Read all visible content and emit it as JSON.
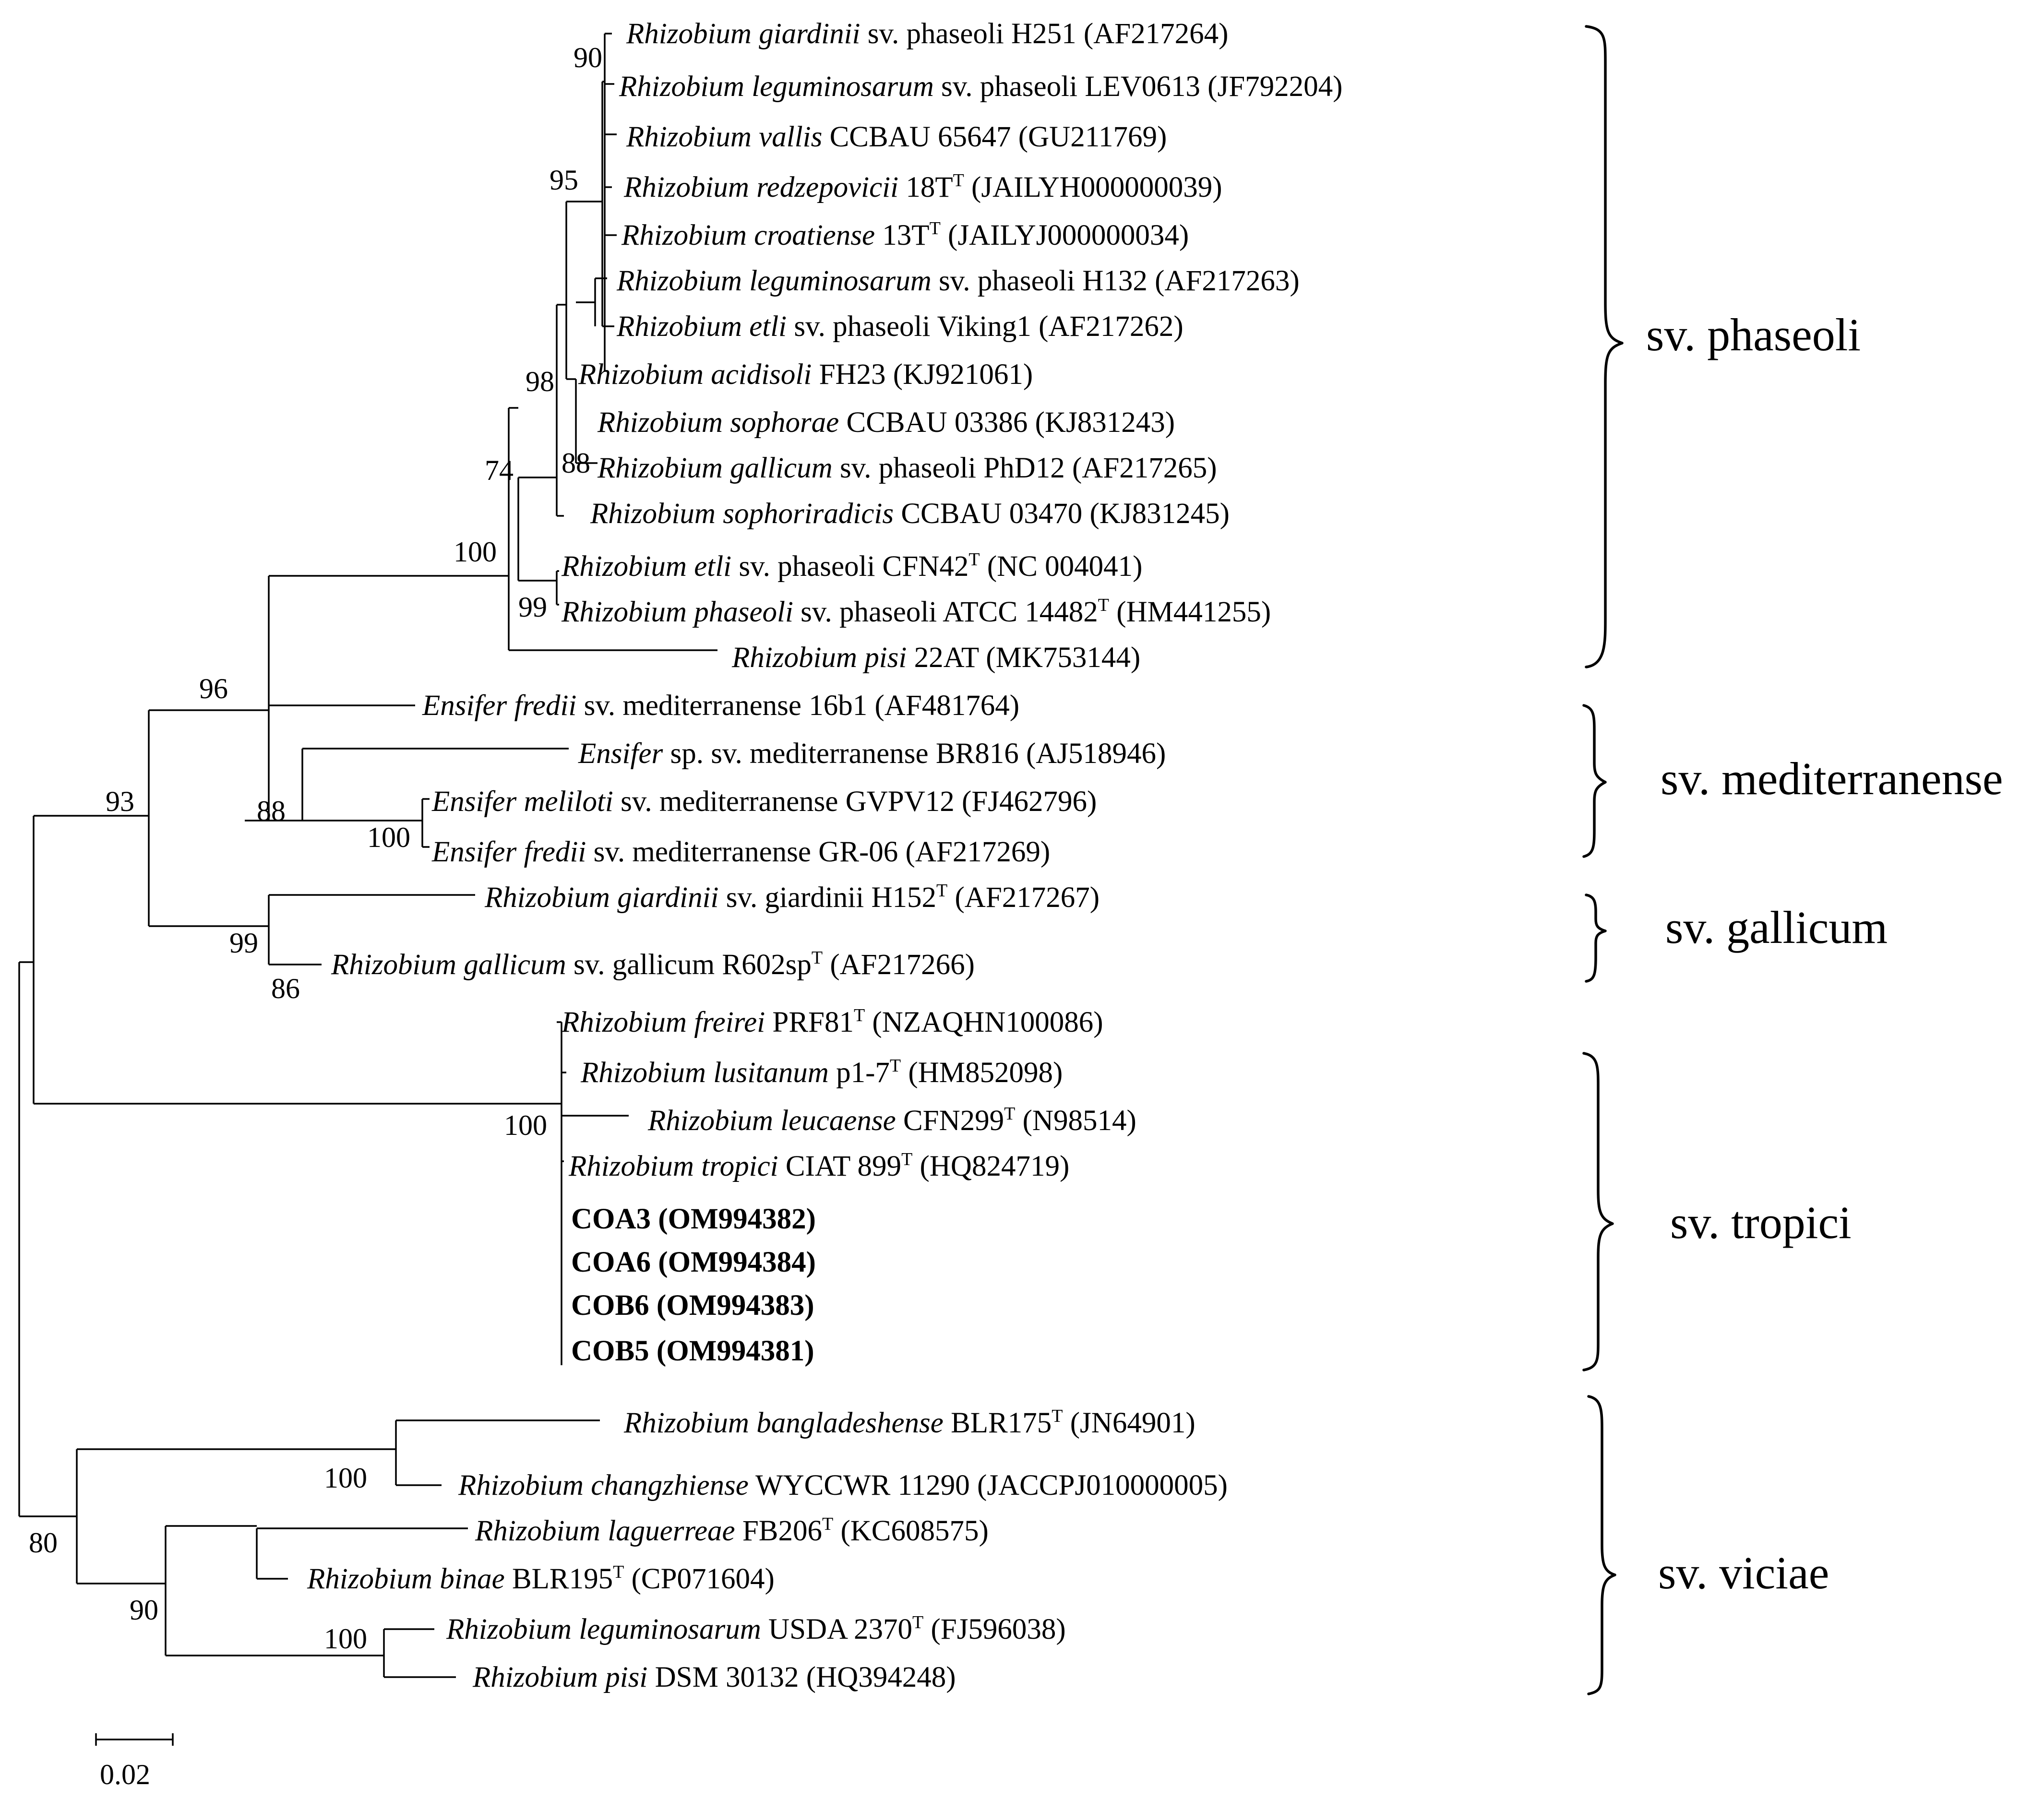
{
  "leaves": [
    {
      "genus": "Rhizobium",
      "species": "giardinii",
      "rest": " sv. phaseoli H251 (AF217264)"
    },
    {
      "genus": "Rhizobium",
      "species": "leguminosarum",
      "rest": " sv. phaseoli LEV0613 (JF792204)"
    },
    {
      "genus": "Rhizobium",
      "species": "vallis",
      "rest": " CCBAU 65647 (GU211769)"
    },
    {
      "genus": "Rhizobium",
      "species": "redzepovicii",
      "rest": " 18T",
      "sup": "T",
      "rest2": " (JAILYH000000039)"
    },
    {
      "genus": "Rhizobium",
      "species": "croatiense",
      "rest": " 13T",
      "sup": "T",
      "rest2": " (JAILYJ000000034)"
    },
    {
      "genus": "Rhizobium",
      "species": "leguminosarum",
      "rest": " sv. phaseoli H132 (AF217263)"
    },
    {
      "genus": "Rhizobium",
      "species": "etli",
      "rest": " sv. phaseoli Viking1 (AF217262)"
    },
    {
      "genus": "Rhizobium",
      "species": "acidisoli",
      "rest": " FH23 (KJ921061)"
    },
    {
      "genus": "Rhizobium",
      "species": "sophorae",
      "rest": " CCBAU 03386 (KJ831243)"
    },
    {
      "genus": "Rhizobium",
      "species": "gallicum",
      "rest": " sv. phaseoli PhD12 (AF217265)"
    },
    {
      "genus": "Rhizobium",
      "species": "sophoriradicis",
      "rest": " CCBAU 03470 (KJ831245)"
    },
    {
      "genus": "Rhizobium",
      "species": "etli",
      "rest": " sv. phaseoli CFN42",
      "sup": "T",
      "rest2": " (NC 004041)"
    },
    {
      "genus": "Rhizobium",
      "species": "phaseoli",
      "rest": " sv. phaseoli ATCC 14482",
      "sup": "T",
      "rest2": " (HM441255)"
    },
    {
      "genus": "Rhizobium",
      "species": "pisi",
      "rest": " 22AT (MK753144)"
    },
    {
      "genus": "Ensifer",
      "species": "fredii",
      "rest": " sv. mediterranense 16b1 (AF481764)"
    },
    {
      "genus": "Ensifer",
      "species": "",
      "rest": " sp. sv. mediterranense BR816 (AJ518946)"
    },
    {
      "genus": "Ensifer",
      "species": "meliloti",
      "rest": " sv. mediterranense GVPV12 (FJ462796)"
    },
    {
      "genus": "Ensifer",
      "species": "fredii",
      "rest": " sv. mediterranense GR-06 (AF217269)"
    },
    {
      "genus": "Rhizobium",
      "species": "giardinii",
      "rest": " sv. giardinii H152",
      "sup": "T",
      "rest2": " (AF217267)"
    },
    {
      "genus": "Rhizobium",
      "species": "gallicum",
      "rest": " sv. gallicum R602sp",
      "sup": "T",
      "rest2": " (AF217266)"
    },
    {
      "genus": "Rhizobium",
      "species": "freirei",
      "rest": " PRF81",
      "sup": "T",
      "rest2": " (NZAQHN100086)"
    },
    {
      "genus": "Rhizobium",
      "species": "lusitanum",
      "rest": " p1-7",
      "sup": "T",
      "rest2": " (HM852098)"
    },
    {
      "genus": "Rhizobium",
      "species": "leucaense",
      "rest": " CFN299",
      "sup": "T",
      "rest2": " (N98514)"
    },
    {
      "genus": "Rhizobium",
      "species": "tropici",
      "rest": " CIAT 899",
      "sup": "T",
      "rest2": " (HQ824719)"
    },
    {
      "bold": "COA3 (OM994382)"
    },
    {
      "bold": "COA6 (OM994384)"
    },
    {
      "bold": "COB6 (OM994383)"
    },
    {
      "bold": "COB5 (OM994381)"
    },
    {
      "genus": "Rhizobium",
      "species": "bangladeshense",
      "rest": " BLR175",
      "sup": "T",
      "rest2": " (JN64901)"
    },
    {
      "genus": "Rhizobium",
      "species": "changzhiense",
      "rest": " WYCCWR 11290 (JACCPJ010000005)"
    },
    {
      "genus": "Rhizobium",
      "species": "laguerreae",
      "rest": " FB206",
      "sup": "T",
      "rest2": " (KC608575)"
    },
    {
      "genus": "Rhizobium",
      "species": "binae",
      "rest": " BLR195",
      "sup": "T",
      "rest2": " (CP071604)"
    },
    {
      "genus": "Rhizobium",
      "species": "leguminosarum",
      "rest": " USDA 2370",
      "sup": "T",
      "rest2": " (FJ596038)"
    },
    {
      "genus": "Rhizobium",
      "species": "pisi",
      "rest": " DSM 30132 (HQ394248)"
    }
  ],
  "bootstrap": [
    "90",
    "95",
    "98",
    "88",
    "74",
    "100",
    "99",
    "96",
    "88",
    "100",
    "93",
    "99",
    "86",
    "100",
    "100",
    "80",
    "90",
    "100"
  ],
  "clades": [
    "sv. phaseoli",
    "sv. mediterranense",
    "sv. gallicum",
    "sv. tropici",
    "sv. viciae"
  ],
  "scale_bar": {
    "label": "0.02"
  }
}
